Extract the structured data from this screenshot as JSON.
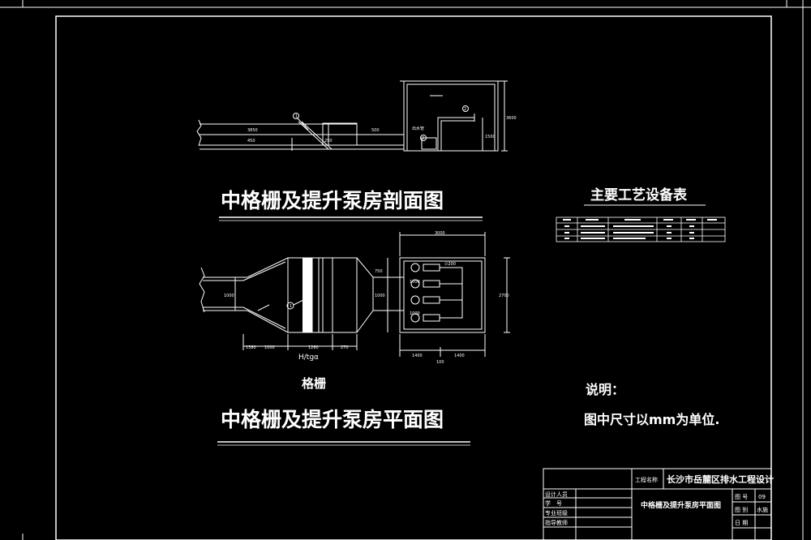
{
  "section_view": {
    "title": "中格栅及提升泵房剖面图",
    "marker_1": "1",
    "marker_2": "2",
    "marker_3": "3",
    "dim_height": "3600"
  },
  "plan_view": {
    "title": "中格栅及提升泵房平面图",
    "grille_label": "格栅",
    "marker_1": "1",
    "dim_top": "3000",
    "dim_left": "1000",
    "dim_right": "2700",
    "dim_left_width": "750",
    "dim_mid": "1000",
    "dim_bottom_a": "1400",
    "dim_bottom_b": "1400",
    "dim_bottom_c": "100",
    "dim_channel_a": "1380",
    "dim_channel_b": "270",
    "angle_label": "H/tgα"
  },
  "equipment_table": {
    "title": "主要工艺设备表"
  },
  "notes": {
    "heading": "说明：",
    "text": "图中尺寸以mm为单位."
  },
  "title_block": {
    "project_label": "工程名称",
    "project_name": "长沙市岳麓区排水工程设计",
    "drawing_name": "中格栅及提升泵房平面图",
    "rows": [
      "设计人员",
      "学　号",
      "专业班级",
      "指导教师"
    ],
    "right_labels": [
      "图 号",
      "图 别",
      "日 期"
    ],
    "right_values": [
      "09",
      "水施",
      ""
    ]
  }
}
